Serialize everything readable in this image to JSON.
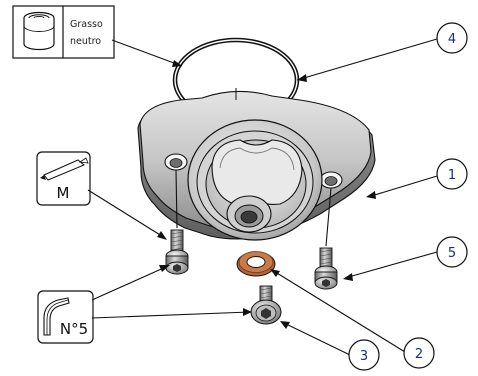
{
  "grease_box": {
    "label_line1": "Grasso",
    "label_line2": "neutro",
    "icon": "grease-tin-icon"
  },
  "callouts": [
    "1",
    "2",
    "3",
    "4",
    "5"
  ],
  "torque_tool": {
    "letter": "M",
    "icon": "torque-wrench-icon"
  },
  "hex_key_tool": {
    "size_label": "N°5",
    "icon": "hex-key-icon"
  },
  "parts": [
    {
      "ref": "1",
      "name": "cover-flange"
    },
    {
      "ref": "2",
      "name": "copper-washer"
    },
    {
      "ref": "3",
      "name": "center-screw"
    },
    {
      "ref": "4",
      "name": "o-ring"
    },
    {
      "ref": "5",
      "name": "flange-screw"
    }
  ]
}
